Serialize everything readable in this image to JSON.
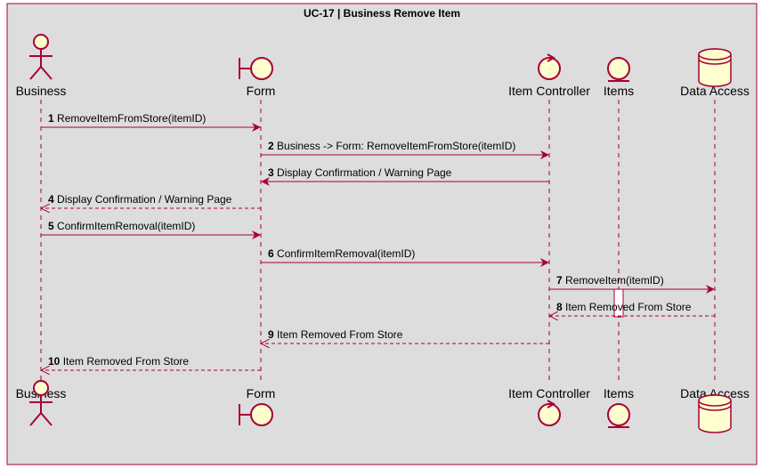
{
  "title": "UC-17 | Business Remove Item",
  "colors": {
    "frame_bg": "#dddddd",
    "frame_border": "#a80036",
    "lifeline": "#a80036",
    "arrow": "#a80036",
    "participant_fill": "#fefece",
    "participant_stroke": "#a80036"
  },
  "participants": [
    {
      "id": "business",
      "label": "Business",
      "shape": "actor-icon"
    },
    {
      "id": "form",
      "label": "Form",
      "shape": "boundary-icon"
    },
    {
      "id": "controller",
      "label": "Item Controller",
      "shape": "control-icon"
    },
    {
      "id": "items",
      "label": "Items",
      "shape": "entity-icon"
    },
    {
      "id": "data",
      "label": "Data Access",
      "shape": "database-icon"
    }
  ],
  "messages": [
    {
      "num": "1",
      "text": "RemoveItemFromStore(itemID)",
      "from": "business",
      "to": "form",
      "dashed": false
    },
    {
      "num": "2",
      "text": "Business -> Form: RemoveItemFromStore(itemID)",
      "from": "form",
      "to": "controller",
      "dashed": false
    },
    {
      "num": "3",
      "text": "Display Confirmation / Warning Page",
      "from": "controller",
      "to": "form",
      "dashed": false
    },
    {
      "num": "4",
      "text": "Display Confirmation / Warning Page",
      "from": "form",
      "to": "business",
      "dashed": true
    },
    {
      "num": "5",
      "text": "ConfirmItemRemoval(itemID)",
      "from": "business",
      "to": "form",
      "dashed": false
    },
    {
      "num": "6",
      "text": "ConfirmItemRemoval(itemID)",
      "from": "form",
      "to": "controller",
      "dashed": false
    },
    {
      "num": "7",
      "text": "RemoveItem(itemID)",
      "from": "controller",
      "to": "data",
      "dashed": false
    },
    {
      "num": "8",
      "text": "Item Removed From Store",
      "from": "data",
      "to": "controller",
      "dashed": true
    },
    {
      "num": "9",
      "text": "Item Removed From Store",
      "from": "controller",
      "to": "form",
      "dashed": true
    },
    {
      "num": "10",
      "text": "Item Removed From Store",
      "from": "form",
      "to": "business",
      "dashed": true
    }
  ],
  "activation": {
    "participant": "items",
    "from_message": "7",
    "to_message": "8"
  }
}
